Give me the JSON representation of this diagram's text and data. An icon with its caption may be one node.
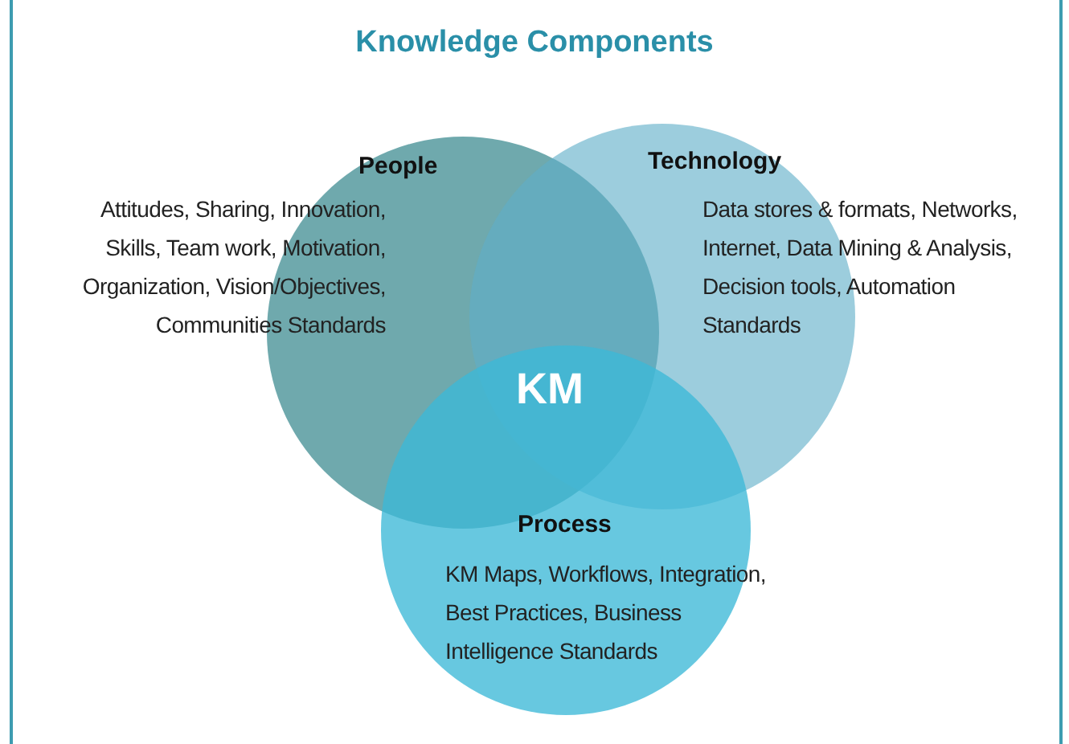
{
  "diagram": {
    "title": "Knowledge Components",
    "nodes": [
      {
        "text": [
          "People",
          "Attitudes, Sharing, Innovation, Skills, Team work, Motivation, Organization, Vision/Objectives, Communities Standards"
        ]
      },
      {
        "text": [
          "Technology",
          "Data stores & formats, Networks, Internet, Data Mining & Analysis, Decision tools, Automation Standards"
        ]
      },
      {
        "text": [
          "Process",
          "KM Maps, Workflows, Integration, Best Practices, Business Intelligence Standards"
        ]
      }
    ],
    "edges": [],
    "labels": [
      "KM"
    ]
  }
}
